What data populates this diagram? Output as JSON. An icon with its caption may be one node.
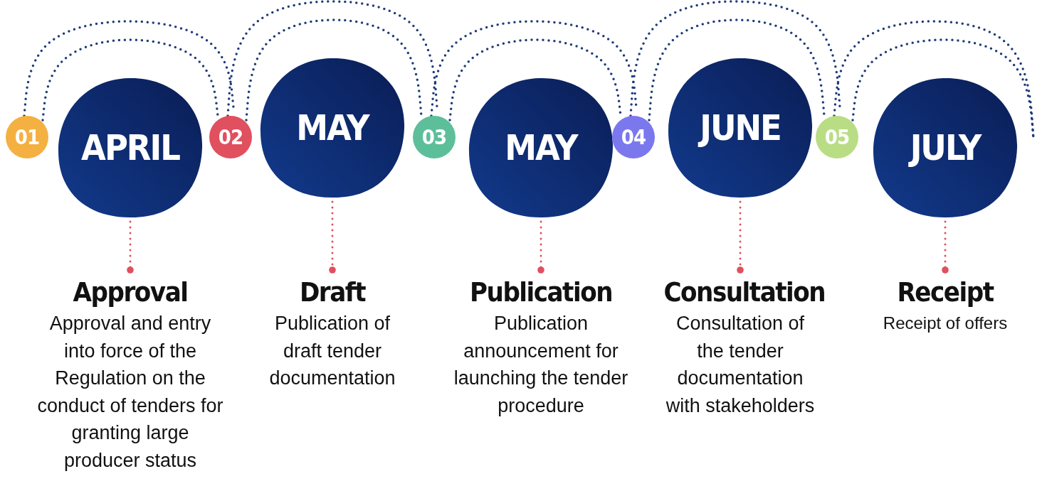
{
  "diagram": {
    "nodes": [
      {
        "text": [
          "01"
        ]
      },
      {
        "text": [
          "APRIL"
        ]
      },
      {
        "text": [
          "Approval",
          "Approval and entry into force of the Regulation on the conduct of tenders for granting large producer status"
        ]
      },
      {
        "text": [
          "02"
        ]
      },
      {
        "text": [
          "MAY"
        ]
      },
      {
        "text": [
          "Draft",
          "Publication of draft tender documentation"
        ]
      },
      {
        "text": [
          "03"
        ]
      },
      {
        "text": [
          "MAY"
        ]
      },
      {
        "text": [
          "Publication",
          "Publication announcement for launching the tender procedure"
        ]
      },
      {
        "text": [
          "04"
        ]
      },
      {
        "text": [
          "JUNE"
        ]
      },
      {
        "text": [
          "Consultation",
          "Consultation of the tender documentation with stakeholders"
        ]
      },
      {
        "text": [
          "05"
        ]
      },
      {
        "text": [
          "JULY"
        ]
      },
      {
        "text": [
          "Receipt",
          "Receipt of offers"
        ]
      }
    ],
    "edges": [
      {
        "from": 1,
        "to": 2,
        "arrow": "other",
        "style": "dashed",
        "color": "#e0505e"
      },
      {
        "from": 4,
        "to": 5,
        "arrow": "other",
        "style": "dashed",
        "color": "#e0505e"
      },
      {
        "from": 7,
        "to": 8,
        "arrow": "other",
        "style": "dashed",
        "color": "#e0505e"
      },
      {
        "from": 10,
        "to": 11,
        "arrow": "other",
        "style": "dashed",
        "color": "#e0505e"
      },
      {
        "from": 13,
        "to": 14,
        "arrow": "other",
        "style": "dashed",
        "color": "#e0505e"
      },
      {
        "from": 0,
        "to": 3,
        "arrow": "none",
        "style": "dashed"
      },
      {
        "from": 0,
        "to": 3,
        "arrow": "none",
        "style": "dashed"
      },
      {
        "from": 3,
        "to": 6,
        "arrow": "none",
        "style": "dashed"
      },
      {
        "from": 3,
        "to": 6,
        "arrow": "none",
        "style": "dashed"
      },
      {
        "from": 6,
        "to": 9,
        "arrow": "none",
        "style": "dashed"
      },
      {
        "from": 6,
        "to": 9,
        "arrow": "none",
        "style": "dashed"
      },
      {
        "from": 9,
        "to": 12,
        "arrow": "none",
        "style": "dashed"
      },
      {
        "from": 9,
        "to": 12,
        "arrow": "none",
        "style": "dashed"
      },
      {
        "from": 12,
        "to": null,
        "arrow": "none",
        "style": "dashed"
      },
      {
        "from": 12,
        "to": null,
        "arrow": "none",
        "style": "dashed"
      }
    ]
  }
}
